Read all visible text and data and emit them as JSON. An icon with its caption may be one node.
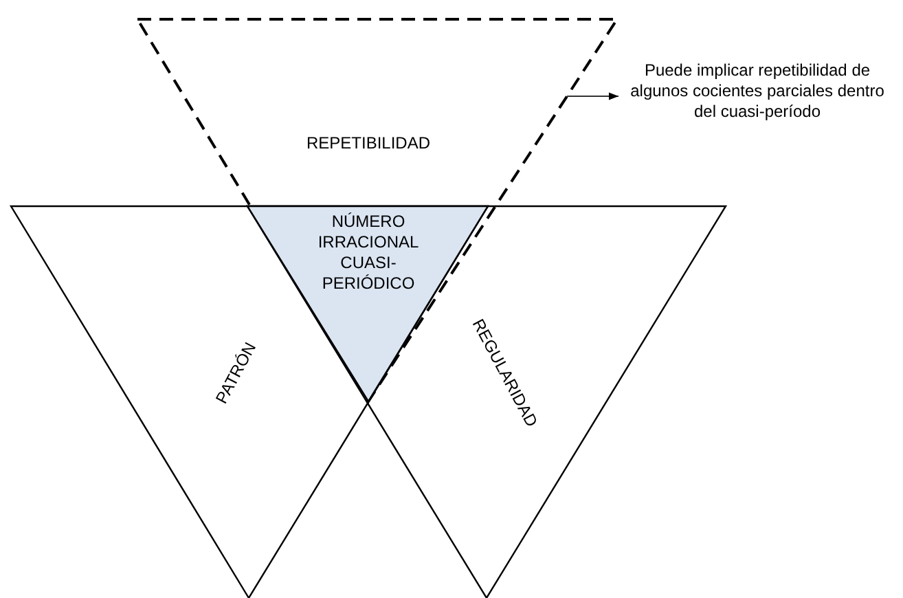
{
  "diagram": {
    "nodes": [
      {
        "text": [
          "REPETIBILIDAD"
        ]
      },
      {
        "text": [
          "Puede implicar  repetibilidad de algunos cocientes parciales dentro del cuasi-período"
        ]
      },
      {
        "text": [
          "PATRÓN"
        ]
      },
      {
        "text": [
          "REGULARIDAD"
        ]
      },
      {
        "text": [
          "NÚMERO IRRACIONAL CUASI-PERIÓDICO"
        ]
      }
    ],
    "edges": [
      {
        "from": 0,
        "to": 1,
        "arrow": "to"
      }
    ]
  }
}
